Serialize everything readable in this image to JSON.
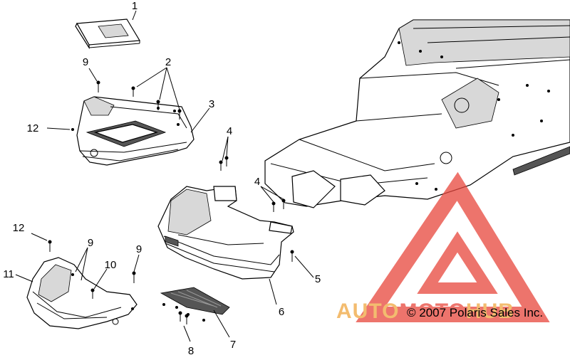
{
  "callouts": [
    {
      "id": "1",
      "label": "1"
    },
    {
      "id": "2",
      "label": "2"
    },
    {
      "id": "3",
      "label": "3"
    },
    {
      "id": "4a",
      "label": "4"
    },
    {
      "id": "4b",
      "label": "4"
    },
    {
      "id": "5",
      "label": "5"
    },
    {
      "id": "6",
      "label": "6"
    },
    {
      "id": "7",
      "label": "7"
    },
    {
      "id": "8",
      "label": "8"
    },
    {
      "id": "9a",
      "label": "9"
    },
    {
      "id": "9b",
      "label": "9"
    },
    {
      "id": "9c",
      "label": "9"
    },
    {
      "id": "10",
      "label": "10"
    },
    {
      "id": "11",
      "label": "11"
    },
    {
      "id": "12a",
      "label": "12"
    },
    {
      "id": "12b",
      "label": "12"
    }
  ],
  "copyright": "© 2007 Polaris Sales Inc.",
  "watermark": {
    "text_left": "AUTO",
    "text_mid": "MOTO",
    "text_right": "HUB",
    "color_primary": "#e8463c",
    "color_secondary": "#f0a640"
  }
}
